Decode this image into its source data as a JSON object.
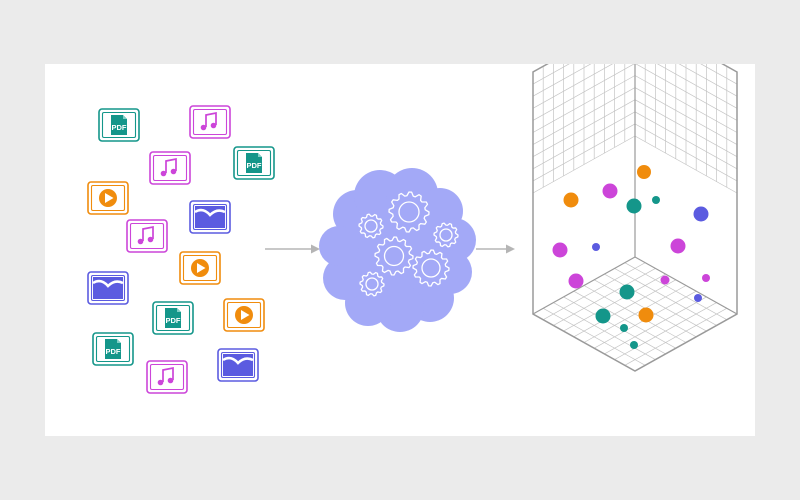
{
  "colors": {
    "pdf": "#14968a",
    "audio": "#cc45d9",
    "video": "#f08c0d",
    "image": "#5b5be0",
    "arrow": "#b5b5b5",
    "cloud": "#a3a9f7",
    "grid": "#c4c4c4",
    "background": "#ebebeb",
    "panel": "#ffffff"
  },
  "files": [
    {
      "type": "pdf",
      "label": "PDF",
      "icon": "pdf-file-icon"
    },
    {
      "type": "audio",
      "label": "",
      "icon": "music-note-icon"
    },
    {
      "type": "audio",
      "label": "",
      "icon": "music-note-icon"
    },
    {
      "type": "pdf",
      "label": "PDF",
      "icon": "pdf-file-icon"
    },
    {
      "type": "video",
      "label": "",
      "icon": "play-icon"
    },
    {
      "type": "image",
      "label": "",
      "icon": "image-icon"
    },
    {
      "type": "audio",
      "label": "",
      "icon": "music-note-icon"
    },
    {
      "type": "video",
      "label": "",
      "icon": "play-icon"
    },
    {
      "type": "image",
      "label": "",
      "icon": "image-icon"
    },
    {
      "type": "pdf",
      "label": "PDF",
      "icon": "pdf-file-icon"
    },
    {
      "type": "video",
      "label": "",
      "icon": "play-icon"
    },
    {
      "type": "pdf",
      "label": "PDF",
      "icon": "pdf-file-icon"
    },
    {
      "type": "image",
      "label": "",
      "icon": "image-icon"
    },
    {
      "type": "audio",
      "label": "",
      "icon": "music-note-icon"
    }
  ],
  "processor": {
    "icon": "gears-cloud-icon"
  },
  "embedding_points": [
    {
      "color": "#f08c0d"
    },
    {
      "color": "#cc45d9"
    },
    {
      "color": "#f08c0d"
    },
    {
      "color": "#14968a"
    },
    {
      "color": "#14968a"
    },
    {
      "color": "#5b5be0"
    },
    {
      "color": "#cc45d9"
    },
    {
      "color": "#5b5be0"
    },
    {
      "color": "#cc45d9"
    },
    {
      "color": "#cc45d9"
    },
    {
      "color": "#cc45d9"
    },
    {
      "color": "#cc45d9"
    },
    {
      "color": "#14968a"
    },
    {
      "color": "#5b5be0"
    },
    {
      "color": "#14968a"
    },
    {
      "color": "#f08c0d"
    },
    {
      "color": "#14968a"
    },
    {
      "color": "#14968a"
    }
  ]
}
